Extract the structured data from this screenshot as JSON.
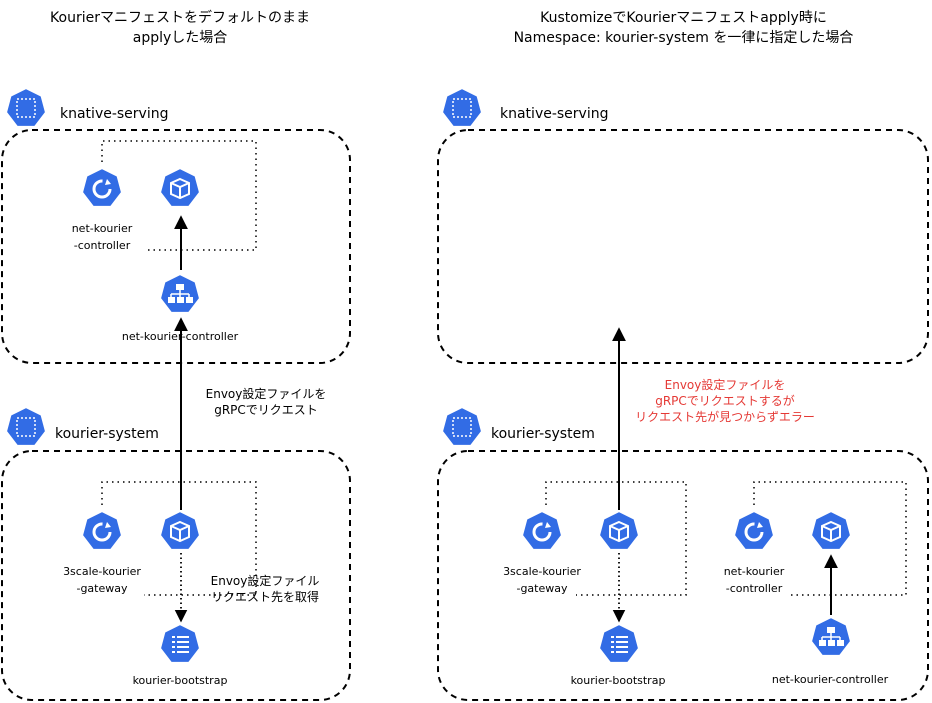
{
  "left": {
    "title_line1": "Kourierマニフェストをデフォルトのまま",
    "title_line2": "applyした場合",
    "ns_serving": "knative-serving",
    "ns_system": "kourier-system",
    "net_kourier_controller_pod": "net-kourier\n-controller",
    "net_kourier_controller_svc": "net-kourier-controller",
    "gateway_pod": "3scale-kourier\n-gateway",
    "bootstrap": "kourier-bootstrap",
    "note_grpc": "Envoy設定ファイルを\ngRPCでリクエスト",
    "note_bootstrap": "Envoy設定ファイル\nリクエスト先を取得"
  },
  "right": {
    "title_line1": "KustomizeでKourierマニフェストapply時に",
    "title_line2": "Namespace: kourier-system を一律に指定した場合",
    "ns_serving": "knative-serving",
    "ns_system": "kourier-system",
    "gateway_pod": "3scale-kourier\n-gateway",
    "bootstrap": "kourier-bootstrap",
    "net_kourier_controller_pod": "net-kourier\n-controller",
    "net_kourier_controller_svc": "net-kourier-controller",
    "note_error": "Envoy設定ファイルを\ngRPCでリクエストするが\nリクエスト先が見つからずエラー"
  },
  "colors": {
    "k8s_blue": "#326ce5",
    "error_red": "#e53935"
  }
}
